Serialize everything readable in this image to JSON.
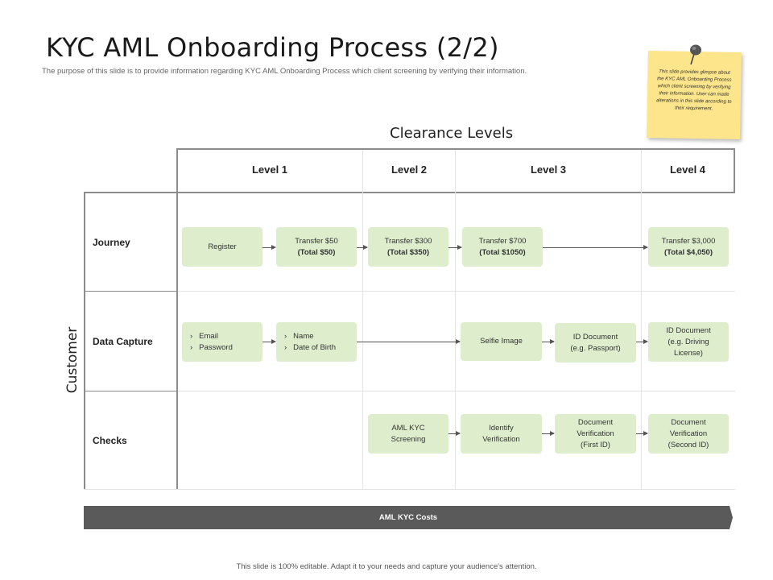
{
  "title": "KYC AML Onboarding Process (2/2)",
  "subtitle": "The purpose of this slide is to provide information regarding KYC AML Onboarding Process which client screening by verifying their information.",
  "note": {
    "text": "This slide provides glimpse about the KYC AML Onboarding Process which client screening by verifying their information. User can made alterations in this slide according to their requirement.",
    "icon": "pushpin-icon",
    "color": "#fce58a"
  },
  "clearance_label": "Clearance Levels",
  "levels": [
    "Level 1",
    "Level 2",
    "Level 3",
    "Level 4"
  ],
  "side_label": "Customer",
  "rows": [
    "Journey",
    "Data Capture",
    "Checks"
  ],
  "journey": {
    "register": "Register",
    "t50_line1": "Transfer  $50",
    "t50_line2": "(Total  $50)",
    "t300_line1": "Transfer  $300",
    "t300_line2": "(Total  $350)",
    "t700_line1": "Transfer  $700",
    "t700_line2": "(Total  $1050)",
    "t3000_line1": "Transfer  $3,000",
    "t3000_line2": "(Total  $4,050)"
  },
  "data_capture": {
    "list1": [
      "Email",
      "Password"
    ],
    "list2": [
      "Name",
      "Date of Birth"
    ],
    "selfie": "Selfie Image",
    "id_passport_line1": "ID Document",
    "id_passport_line2": "(e.g.  Passport)",
    "id_license_line1": "ID Document",
    "id_license_line2": "(e.g.  Driving",
    "id_license_line3": "License)"
  },
  "checks": {
    "aml_line1": "AML KYC",
    "aml_line2": "Screening",
    "identify_line1": "Identify",
    "identify_line2": "Verification",
    "doc1_line1": "Document",
    "doc1_line2": "Verification",
    "doc1_line3": "(First ID)",
    "doc2_line1": "Document",
    "doc2_line2": "Verification",
    "doc2_line3": "(Second ID)"
  },
  "costs_label": "AML KYC Costs",
  "footer": "This slide is 100% editable. Adapt it to your needs and capture your audience's attention.",
  "colors": {
    "box": "#deeecd",
    "bar": "#5a5a5a"
  }
}
